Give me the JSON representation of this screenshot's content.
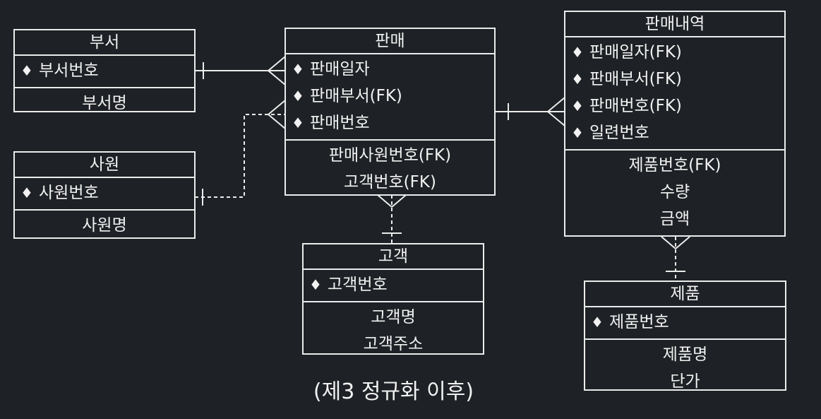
{
  "entities": {
    "busu": {
      "title": "부서",
      "keys": [
        "부서번호"
      ],
      "attrs": [
        "부서명"
      ]
    },
    "sawon": {
      "title": "사원",
      "keys": [
        "사원번호"
      ],
      "attrs": [
        "사원명"
      ]
    },
    "panmae": {
      "title": "판매",
      "keys": [
        "판매일자",
        "판매부서(FK)",
        "판매번호"
      ],
      "attrs": [
        "판매사원번호(FK)",
        "고객번호(FK)"
      ]
    },
    "gogaek": {
      "title": "고객",
      "keys": [
        "고객번호"
      ],
      "attrs": [
        "고객명",
        "고객주소"
      ]
    },
    "panmaenaeyeok": {
      "title": "판매내역",
      "keys": [
        "판매일자(FK)",
        "판매부서(FK)",
        "판매번호(FK)",
        "일련번호"
      ],
      "attrs": [
        "제품번호(FK)",
        "수량",
        "금액"
      ]
    },
    "jepum": {
      "title": "제품",
      "keys": [
        "제품번호"
      ],
      "attrs": [
        "제품명",
        "단가"
      ]
    }
  },
  "key_marker": "♦",
  "caption": "(제3 정규화 이후)"
}
